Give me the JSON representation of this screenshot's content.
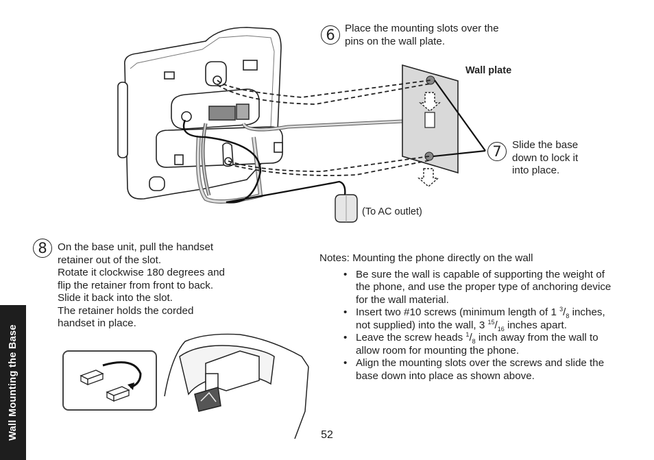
{
  "step6": {
    "number": "6",
    "text_line1": "Place the mounting slots over the",
    "text_line2": "pins on the wall plate."
  },
  "wall_plate_label": "Wall plate",
  "step7": {
    "number": "7",
    "text_line1": "Slide the base",
    "text_line2": "down to lock it",
    "text_line3": "into place."
  },
  "ac_outlet_label": "(To AC outlet)",
  "step8": {
    "number": "8",
    "lines": [
      "On the base unit, pull the handset",
      "retainer out of the slot.",
      "Rotate it clockwise 180 degrees and",
      "flip the retainer from front to back.",
      "Slide it back into the slot.",
      "The retainer holds the corded",
      "handset in place."
    ]
  },
  "notes": {
    "heading": "Notes: Mounting the phone directly on the wall",
    "bullet1": "Be sure the wall is capable of supporting the weight of the phone, and use the proper type of anchoring device for the wall material.",
    "bullet2": {
      "part1": "Insert two #10 screws (minimum length of 1 ",
      "frac1_num": "3",
      "frac1_den": "8",
      "part2": " inches, not supplied) into the wall, 3 ",
      "frac2_num": "15",
      "frac2_den": "16",
      "part3": " inches apart."
    },
    "bullet3": {
      "part1": "Leave the screw heads ",
      "frac_num": "1",
      "frac_den": "8",
      "part2": " inch away from the wall to allow room for mounting the phone."
    },
    "bullet4": "Align the mounting slots over the screws and slide the base down into place as shown above."
  },
  "side_tab_label": "Wall Mounting the Base",
  "page_number": "52"
}
